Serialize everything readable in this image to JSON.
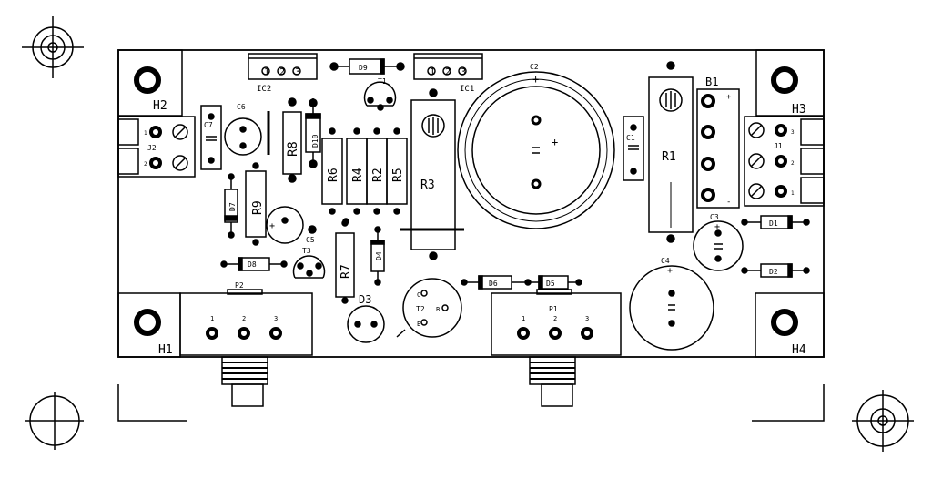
{
  "holes": {
    "h1": "H1",
    "h2": "H2",
    "h3": "H3",
    "h4": "H4"
  },
  "ics": {
    "ic1": "IC1",
    "ic2": "IC2",
    "ic1_pins": [
      "1",
      "2",
      "3"
    ],
    "ic2_pins": [
      "1",
      "2",
      "3"
    ]
  },
  "connectors": {
    "j1": "J1",
    "j2": "J2",
    "b1": "B1",
    "j1_pins": [
      "3",
      "2",
      "1"
    ],
    "j2_pins": [
      "1",
      "2"
    ],
    "b1_plus": "+",
    "b1_minus": "-"
  },
  "pots": {
    "p1": "P1",
    "p2": "P2",
    "p1_pins": [
      "1",
      "2",
      "3"
    ],
    "p2_pins": [
      "1",
      "2",
      "3"
    ]
  },
  "capacitors": {
    "c1": "C1",
    "c2": "C2",
    "c3": "C3",
    "c4": "C4",
    "c5": "C5",
    "c6": "C6",
    "c7": "C7"
  },
  "resistors": {
    "r1": "R1",
    "r2": "R2",
    "r3": "R3",
    "r4": "R4",
    "r5": "R5",
    "r6": "R6",
    "r7": "R7",
    "r8": "R8",
    "r9": "R9"
  },
  "diodes": {
    "d1": "D1",
    "d2": "D2",
    "d3": "D3",
    "d4": "D4",
    "d5": "D5",
    "d6": "D6",
    "d7": "D7",
    "d8": "D8",
    "d9": "D9",
    "d10": "D10"
  },
  "transistors": {
    "t1": "T1",
    "t2": "T2",
    "t3": "T3",
    "t2_c": "C",
    "t2_b": "B",
    "t2_e": "E"
  },
  "polarity": {
    "plus": "+"
  }
}
